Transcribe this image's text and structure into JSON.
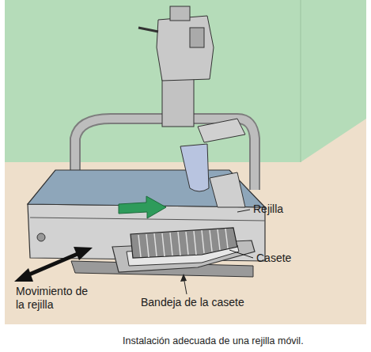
{
  "diagram": {
    "caption": "Instalación adecuada de una rejilla móvil.",
    "labels": [
      "Rejilla",
      "Casete",
      "Movimiento de la rejilla",
      "Bandeja de la casete"
    ]
  }
}
